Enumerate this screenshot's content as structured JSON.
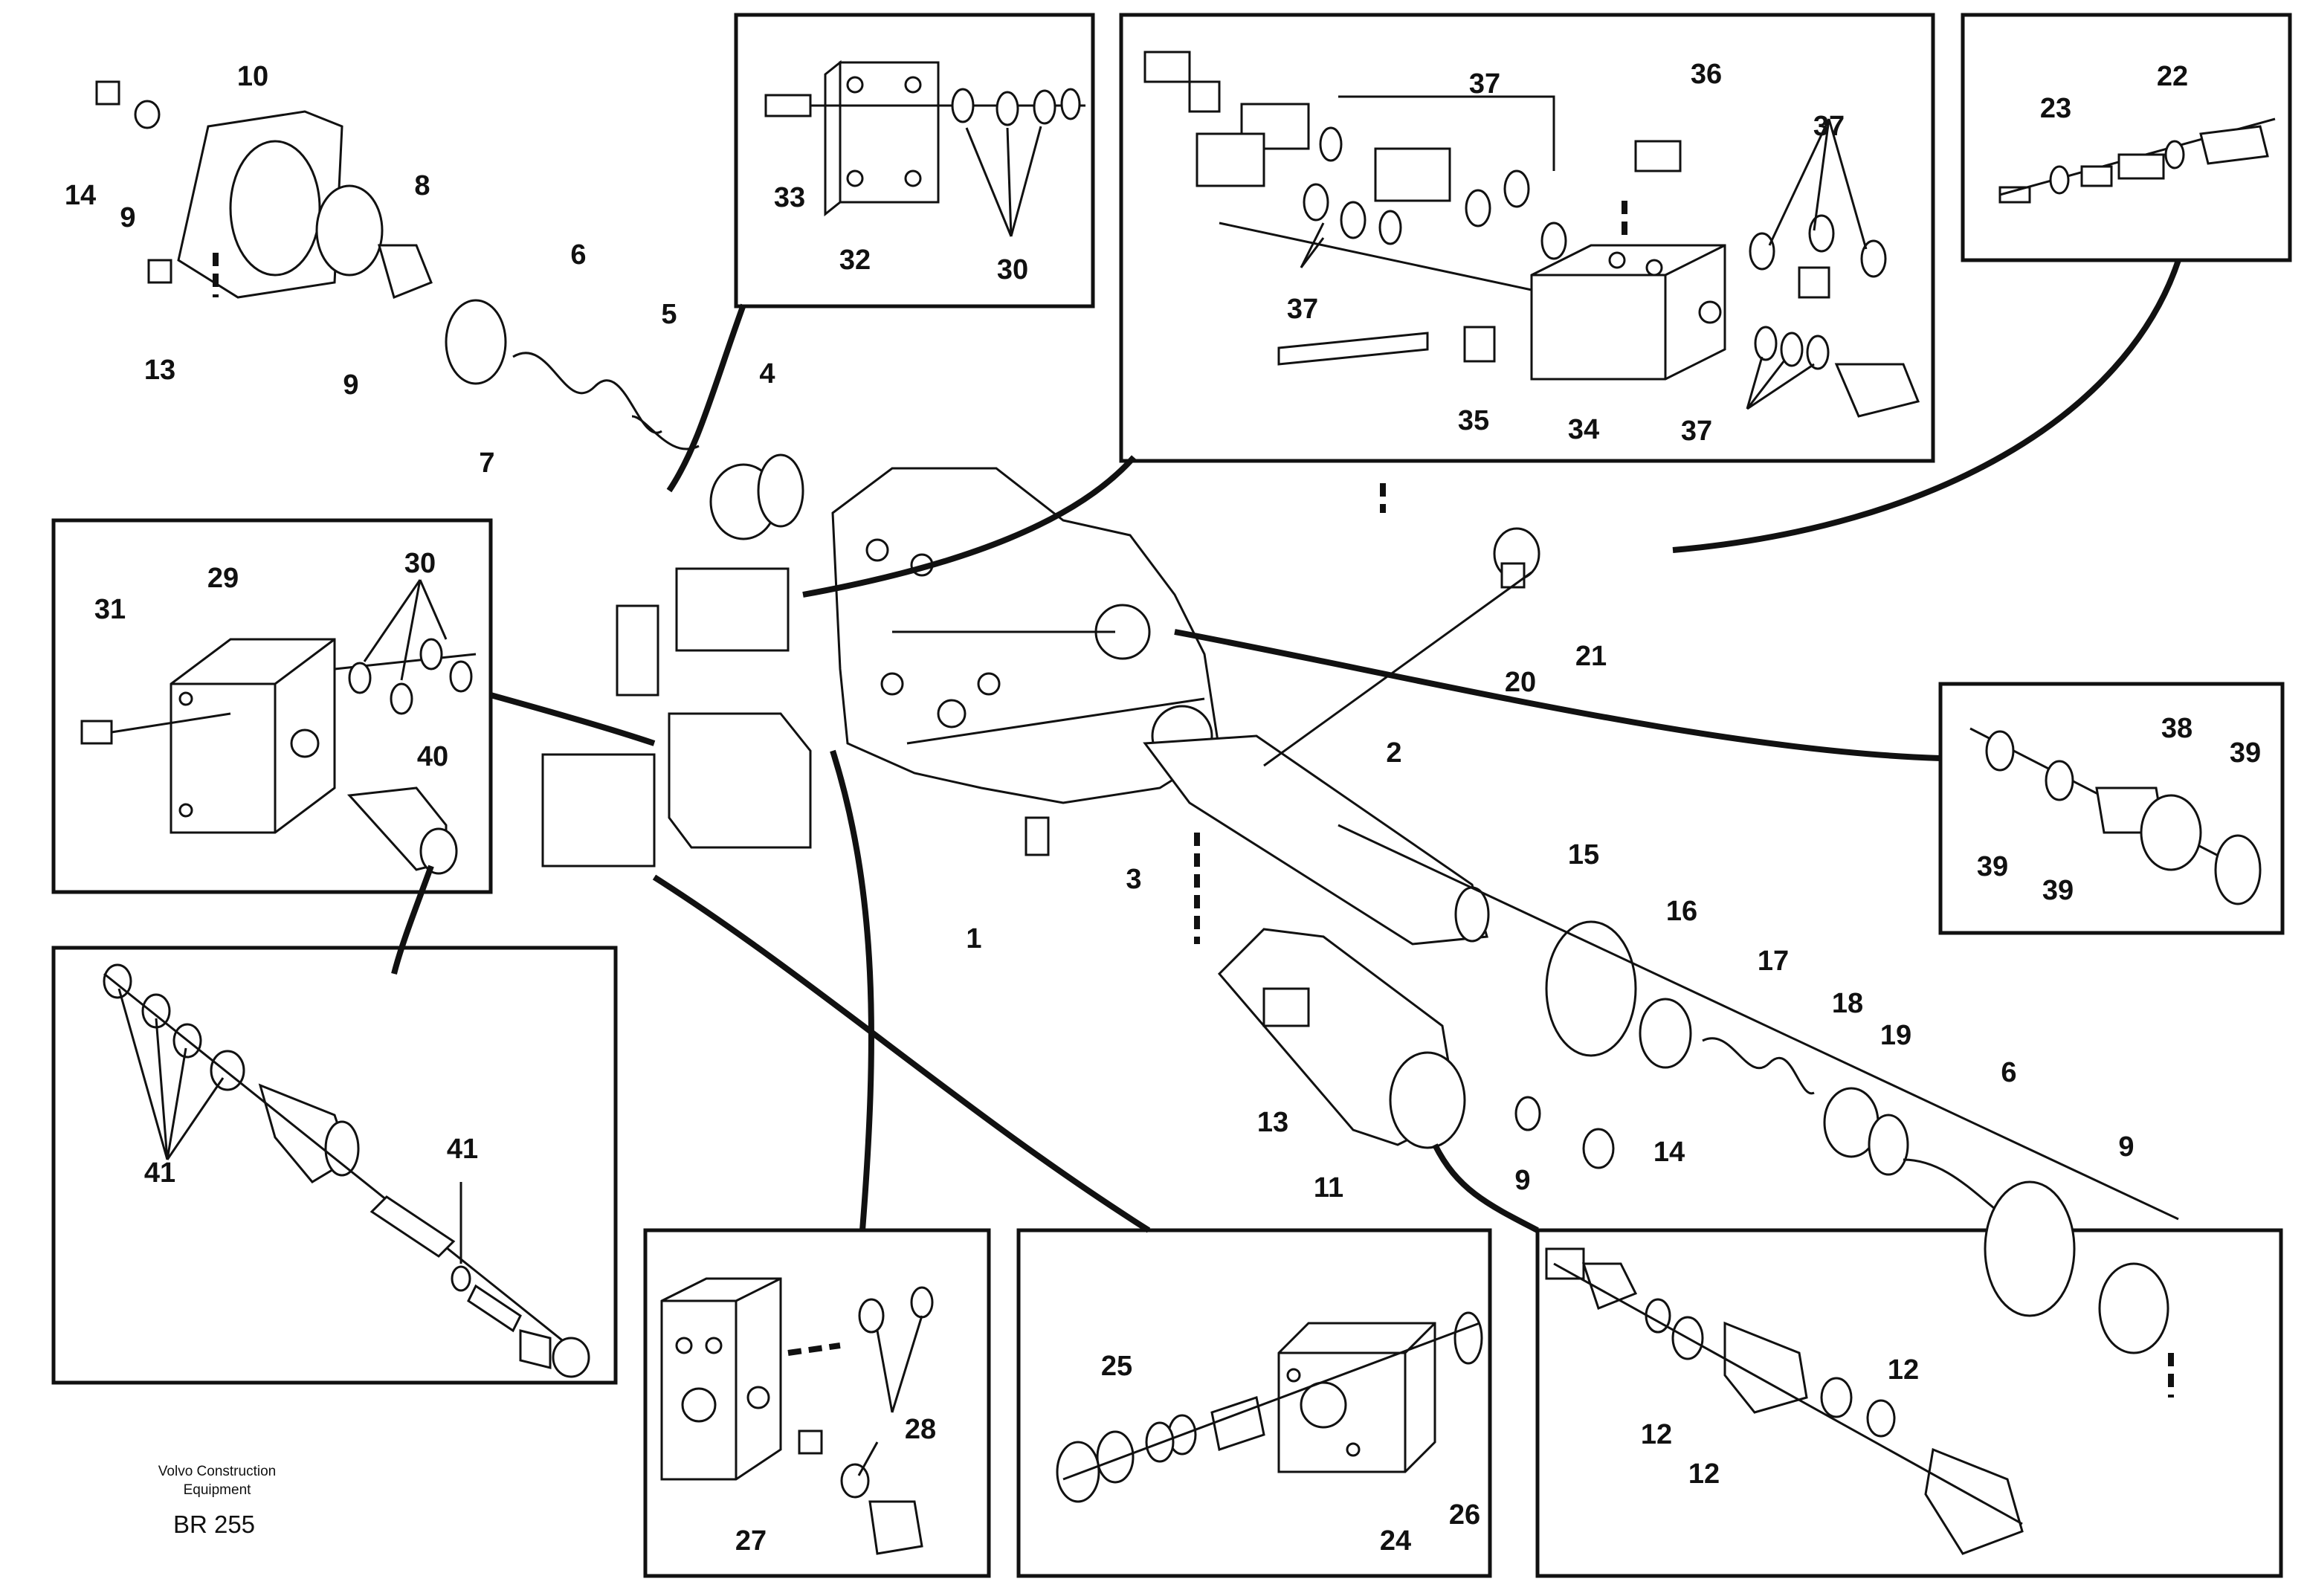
{
  "footer": {
    "brand_line1": "Volvo Construction",
    "brand_line2": "Equipment",
    "code": "BR 255"
  },
  "labels": {
    "l1": "1",
    "l2": "2",
    "l3": "3",
    "l4": "4",
    "l5": "5",
    "l6a": "6",
    "l6b": "6",
    "l7": "7",
    "l8": "8",
    "l9a": "9",
    "l9b": "9",
    "l9c": "9",
    "l9d": "9",
    "l10": "10",
    "l11": "11",
    "l12a": "12",
    "l12b": "12",
    "l12c": "12",
    "l13a": "13",
    "l13b": "13",
    "l14a": "14",
    "l14b": "14",
    "l15": "15",
    "l16": "16",
    "l17": "17",
    "l18": "18",
    "l19": "19",
    "l20": "20",
    "l21": "21",
    "l22": "22",
    "l23": "23",
    "l24": "24",
    "l25": "25",
    "l26": "26",
    "l27": "27",
    "l28": "28",
    "l29": "29",
    "l30a": "30",
    "l30b": "30",
    "l31": "31",
    "l32": "32",
    "l33": "33",
    "l34": "34",
    "l35": "35",
    "l36": "36",
    "l37a": "37",
    "l37b": "37",
    "l37c": "37",
    "l37d": "37",
    "l38": "38",
    "l39a": "39",
    "l39b": "39",
    "l39c": "39",
    "l40": "40",
    "l41a": "41",
    "l41b": "41"
  }
}
